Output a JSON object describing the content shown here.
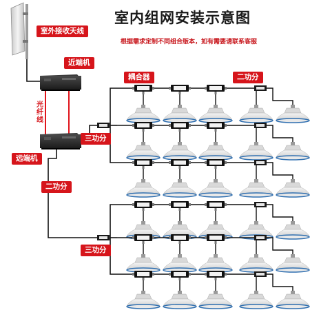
{
  "title": "室内组网安装示意图",
  "subtitle": "根据需求定制不同组合版本，如有需要请联系客服",
  "labels": {
    "outdoor_antenna": "室外接收天线",
    "near_end": "近端机",
    "far_end": "远端机",
    "fiber": "光纤线",
    "coupler": "耦合器",
    "splitter2_top": "二功分",
    "splitter2_main": "二功分",
    "splitter3_upper": "三功分",
    "splitter3_lower": "三功分"
  },
  "colors": {
    "accent": "#d6151b",
    "cable": "#111111",
    "fiber": "#e0141b",
    "antenna_rim": "#2f6fb0"
  },
  "icons": {
    "outdoor_antenna": "panel-antenna-icon",
    "indoor_antenna": "ceiling-antenna-icon",
    "coupler": "coupler-icon",
    "repeater": "repeater-unit-icon"
  }
}
